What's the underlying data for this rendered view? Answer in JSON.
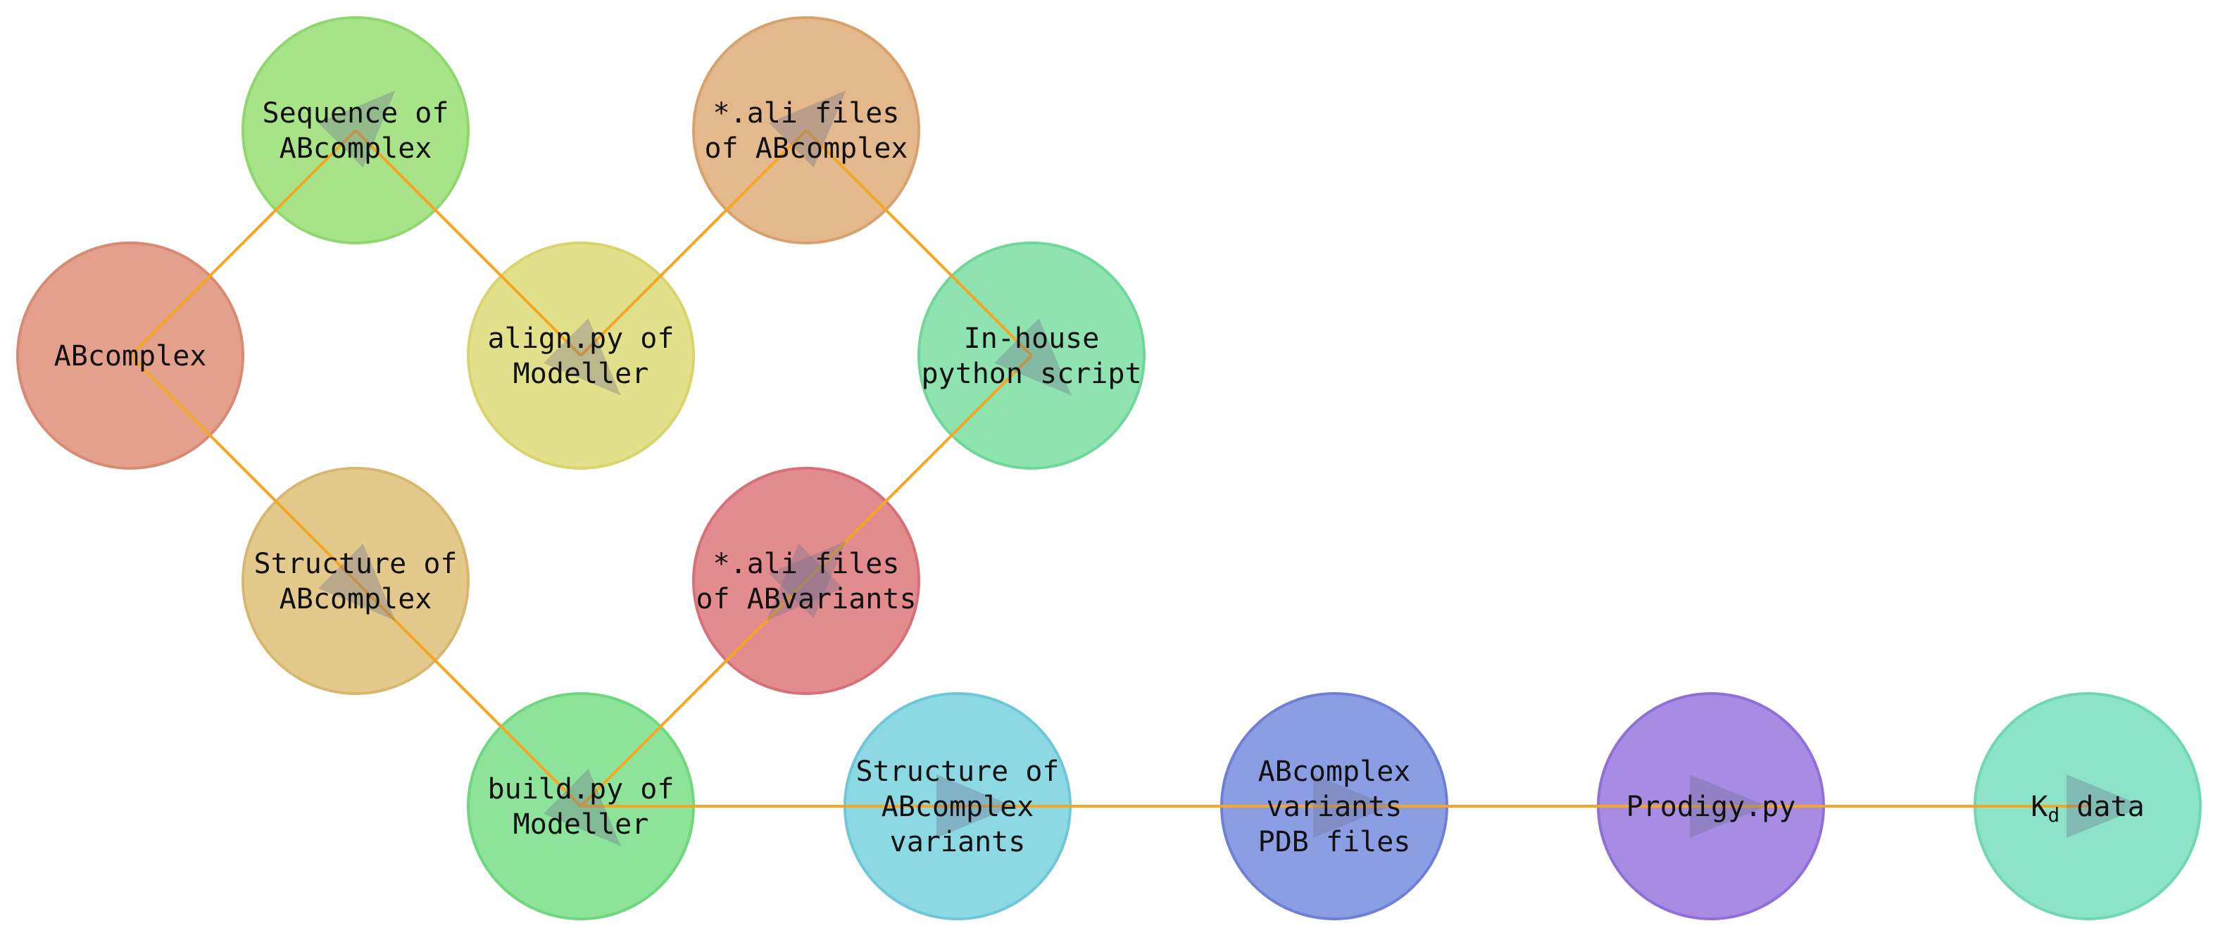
{
  "diagram": {
    "edge_color": "#f5a623",
    "nodes": [
      {
        "id": "abcomplex",
        "lines": [
          "ABcomplex"
        ],
        "fill": "#e3a08c",
        "stroke": "#d98a72"
      },
      {
        "id": "sequence",
        "lines": [
          "Sequence of",
          "ABcomplex"
        ],
        "fill": "#a8e38a",
        "stroke": "#8fd86e"
      },
      {
        "id": "structure",
        "lines": [
          "Structure of",
          "ABcomplex"
        ],
        "fill": "#e3c98c",
        "stroke": "#d8b86e"
      },
      {
        "id": "align",
        "lines": [
          "align.py of",
          "Modeller"
        ],
        "fill": "#e3e08c",
        "stroke": "#d8d46e"
      },
      {
        "id": "build",
        "lines": [
          "build.py of",
          "Modeller"
        ],
        "fill": "#8ee39a",
        "stroke": "#6ed87e"
      },
      {
        "id": "ali-abcomplex",
        "lines": [
          "*.ali files",
          "of ABcomplex"
        ],
        "fill": "#e3b88c",
        "stroke": "#d8a26e"
      },
      {
        "id": "ali-abvariants",
        "lines": [
          "*.ali files",
          "of ABvariants"
        ],
        "fill": "#e38c8f",
        "stroke": "#d8707a"
      },
      {
        "id": "inhouse",
        "lines": [
          "In-house",
          "python script"
        ],
        "fill": "#8ee3b0",
        "stroke": "#6ed89a"
      },
      {
        "id": "structure-variants",
        "lines": [
          "Structure of",
          "ABcomplex",
          "variants"
        ],
        "fill": "#8cd8e3",
        "stroke": "#6ec8d8"
      },
      {
        "id": "pdb-files",
        "lines": [
          "ABcomplex",
          "variants",
          "PDB files"
        ],
        "fill": "#8c9ee3",
        "stroke": "#7080d8"
      },
      {
        "id": "prodigy",
        "lines": [
          "Prodigy.py"
        ],
        "fill": "#a88ce3",
        "stroke": "#9070d8"
      },
      {
        "id": "kd",
        "lines": [
          "K",
          "d",
          " data"
        ],
        "fill": "#8ce3c8",
        "stroke": "#6ed8b4"
      }
    ],
    "edges": [
      {
        "from": "abcomplex",
        "to": "sequence"
      },
      {
        "from": "abcomplex",
        "to": "structure"
      },
      {
        "from": "sequence",
        "to": "align"
      },
      {
        "from": "structure",
        "to": "build"
      },
      {
        "from": "align",
        "to": "ali-abcomplex"
      },
      {
        "from": "ali-abcomplex",
        "to": "inhouse"
      },
      {
        "from": "inhouse",
        "to": "ali-abvariants"
      },
      {
        "from": "build",
        "to": "ali-abvariants"
      },
      {
        "from": "build",
        "to": "structure-variants"
      },
      {
        "from": "structure-variants",
        "to": "pdb-files"
      },
      {
        "from": "pdb-files",
        "to": "prodigy"
      },
      {
        "from": "prodigy",
        "to": "kd"
      }
    ]
  }
}
